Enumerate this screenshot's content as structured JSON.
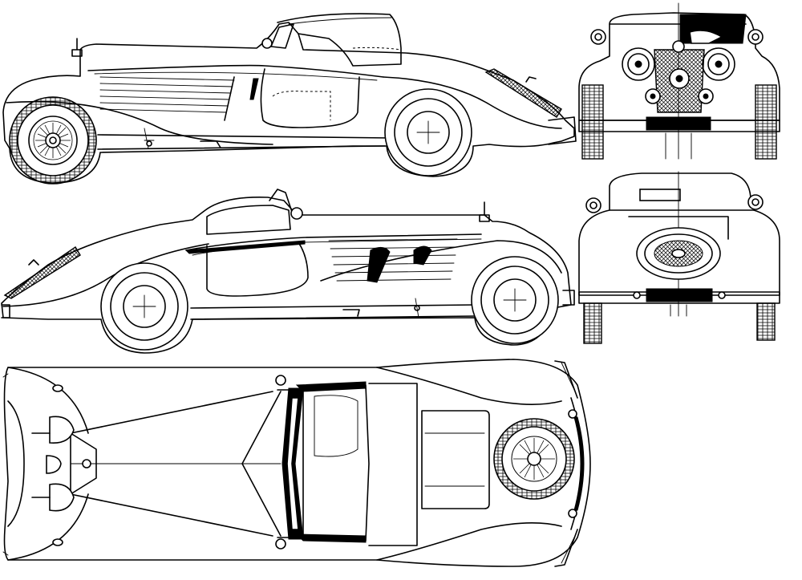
{
  "drawing": {
    "subject": "",
    "views": [
      {
        "id": "side-right"
      },
      {
        "id": "front"
      },
      {
        "id": "side-left"
      },
      {
        "id": "rear"
      },
      {
        "id": "top"
      }
    ]
  }
}
